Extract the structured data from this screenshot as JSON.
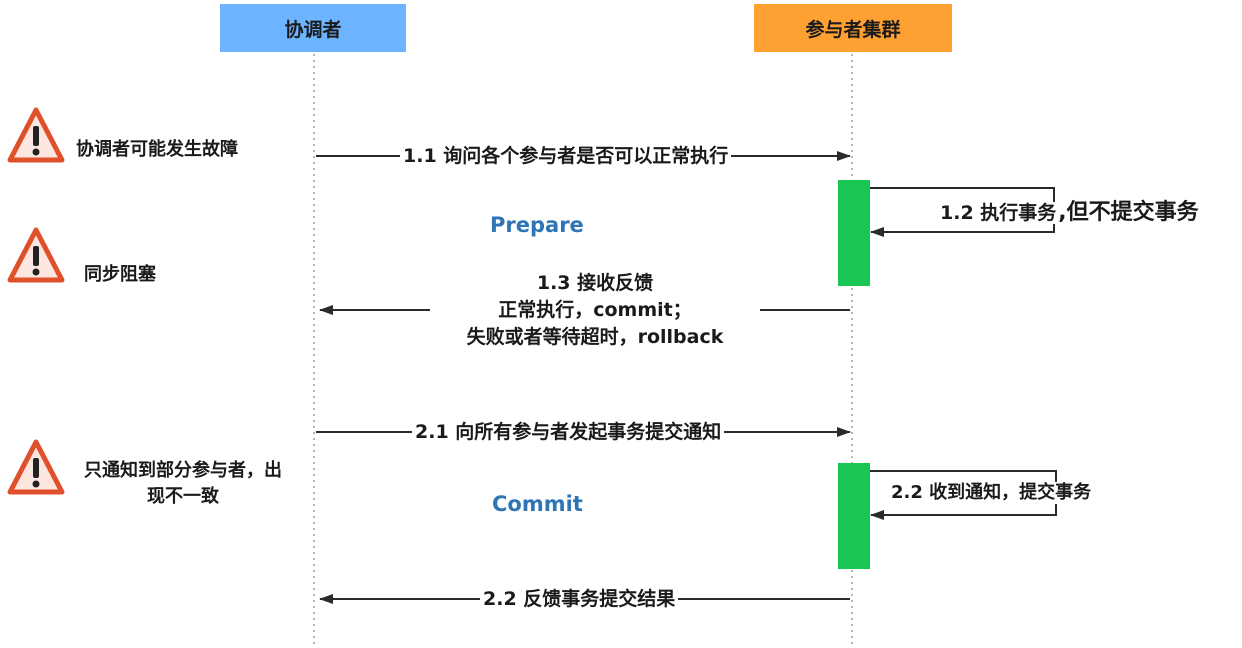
{
  "lifelines": {
    "coordinator": {
      "label": "协调者",
      "color": "#6cb4ff"
    },
    "participants": {
      "label": "参与者集群",
      "color": "#ffa033"
    }
  },
  "colors": {
    "activation": "#19c654",
    "phase_text": "#2e75b6",
    "warning_fill": "#fde6df",
    "warning_stroke": "#e0502b"
  },
  "warnings": [
    {
      "icon": "warning-triangle-icon",
      "text": "协调者可能发生故障"
    },
    {
      "icon": "warning-triangle-icon",
      "text": "同步阻塞"
    },
    {
      "icon": "warning-triangle-icon",
      "text_line1": "只通知到部分参与者，出",
      "text_line2": "现不一致"
    }
  ],
  "phases": {
    "prepare": "Prepare",
    "commit": "Commit"
  },
  "messages": {
    "m11": "1.1 询问各个参与者是否可以正常执行",
    "m12_a": "1.2 执行事务",
    "m12_b": ",但不提交事务",
    "m13_line1": "1.3 接收反馈",
    "m13_line2": "正常执行，commit；",
    "m13_line3": "失败或者等待超时，rollback",
    "m21": "2.1 向所有参与者发起事务提交通知",
    "m22": "2.2 收到通知，提交事务",
    "m22_feedback": "2.2 反馈事务提交结果"
  }
}
